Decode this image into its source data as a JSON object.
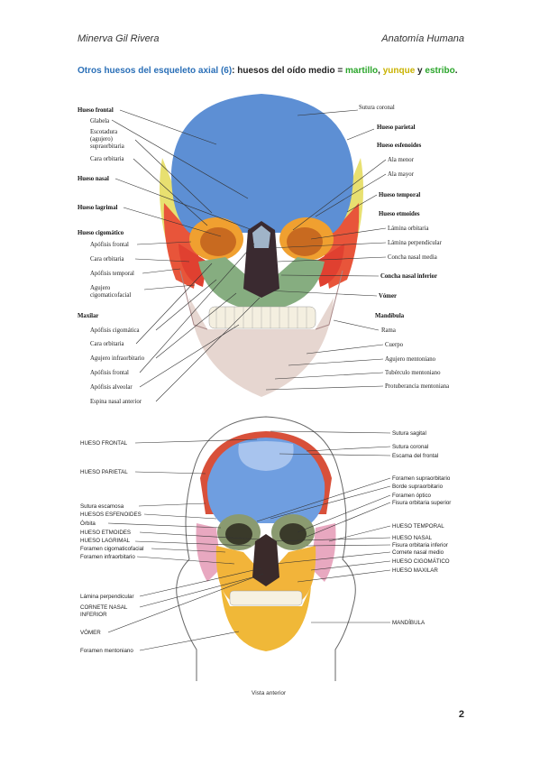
{
  "header": {
    "author": "Minerva Gil Rivera",
    "subject": "Anatomía Humana"
  },
  "heading": {
    "part1": "Otros huesos del esqueleto axial (6)",
    "part2": ": huesos del oído medio = ",
    "part3": "martillo",
    "part4": ", ",
    "part5": "yunque",
    "part6": " y ",
    "part7": "estribo",
    "part8": "."
  },
  "figure1": {
    "left_labels": [
      {
        "text": "Hueso frontal",
        "bold": true
      },
      {
        "text": "Glabela",
        "bold": false
      },
      {
        "text": "Escotadura",
        "bold": false
      },
      {
        "text": "(agujero)",
        "bold": false
      },
      {
        "text": "supraorbitaria",
        "bold": false
      },
      {
        "text": "Cara orbitaria",
        "bold": false
      },
      {
        "text": "Hueso nasal",
        "bold": true
      },
      {
        "text": "Hueso lagrimal",
        "bold": true
      },
      {
        "text": "Hueso cigomático",
        "bold": true
      },
      {
        "text": "Apófisis frontal",
        "bold": false
      },
      {
        "text": "Cara orbitaria",
        "bold": false
      },
      {
        "text": "Apófisis temporal",
        "bold": false
      },
      {
        "text": "Agujero",
        "bold": false
      },
      {
        "text": "cigomaticofacial",
        "bold": false
      },
      {
        "text": "Maxilar",
        "bold": true
      },
      {
        "text": "Apófisis cigomática",
        "bold": false
      },
      {
        "text": "Cara orbitaria",
        "bold": false
      },
      {
        "text": "Agujero infraorbitario",
        "bold": false
      },
      {
        "text": "Apófisis frontal",
        "bold": false
      },
      {
        "text": "Apófisis alveolar",
        "bold": false
      },
      {
        "text": "Espina nasal anterior",
        "bold": false
      }
    ],
    "right_labels": [
      {
        "text": "Sutura coronal",
        "bold": false
      },
      {
        "text": "Hueso parietal",
        "bold": true
      },
      {
        "text": "Hueso esfenoides",
        "bold": true
      },
      {
        "text": "Ala menor",
        "bold": false
      },
      {
        "text": "Ala mayor",
        "bold": false
      },
      {
        "text": "Hueso temporal",
        "bold": true
      },
      {
        "text": "Hueso etmoides",
        "bold": true
      },
      {
        "text": "Lámina orbitaria",
        "bold": false
      },
      {
        "text": "Lámina perpendicular",
        "bold": false
      },
      {
        "text": "Concha nasal media",
        "bold": false
      },
      {
        "text": "Concha nasal inferior",
        "bold": true
      },
      {
        "text": "Vómer",
        "bold": true
      },
      {
        "text": "Mandíbula",
        "bold": true
      },
      {
        "text": "Rama",
        "bold": false
      },
      {
        "text": "Cuerpo",
        "bold": false
      },
      {
        "text": "Agujero mentoniano",
        "bold": false
      },
      {
        "text": "Tubérculo mentoniano",
        "bold": false
      },
      {
        "text": "Protuberancia mentoniana",
        "bold": false
      }
    ]
  },
  "figure2": {
    "left_labels": [
      "HUESO FRONTAL",
      "HUESO PARIETAL",
      "Sutura escamosa",
      "HUESOS ESFENOIDES",
      "Órbita",
      "HUESO ETMOIDES",
      "HUESO LAGRIMAL",
      "Foramen cigomaticofacial",
      "Foramen infraorbitario",
      "Lámina perpendicular",
      "CORNETE NASAL",
      "INFERIOR",
      "VÓMER",
      "Foramen mentoniano"
    ],
    "right_labels": [
      "Sutura sagital",
      "Sutura coronal",
      "Escama del frontal",
      "Foramen supraorbitario",
      "Borde supraorbitario",
      "Foramen óptico",
      "Fisura orbitaria superior",
      "HUESO TEMPORAL",
      "HUESO NASAL",
      "Fisura orbitaria inferior",
      "Cornete nasal medio",
      "HUESO CIGOMÁTICO",
      "HUESO MAXILAR",
      "MANDÍBULA"
    ],
    "caption": "Vista anterior"
  },
  "page_number": "2",
  "colors": {
    "frontal": "#5b8fd6",
    "parietal": "#dfe870",
    "temporal": "#e85a3a",
    "zygomatic": "#f0a030",
    "maxilla": "#8fb88a",
    "mandible": "#e8d8d0",
    "yellow2": "#f2c43a",
    "pink": "#e8a8c0"
  }
}
